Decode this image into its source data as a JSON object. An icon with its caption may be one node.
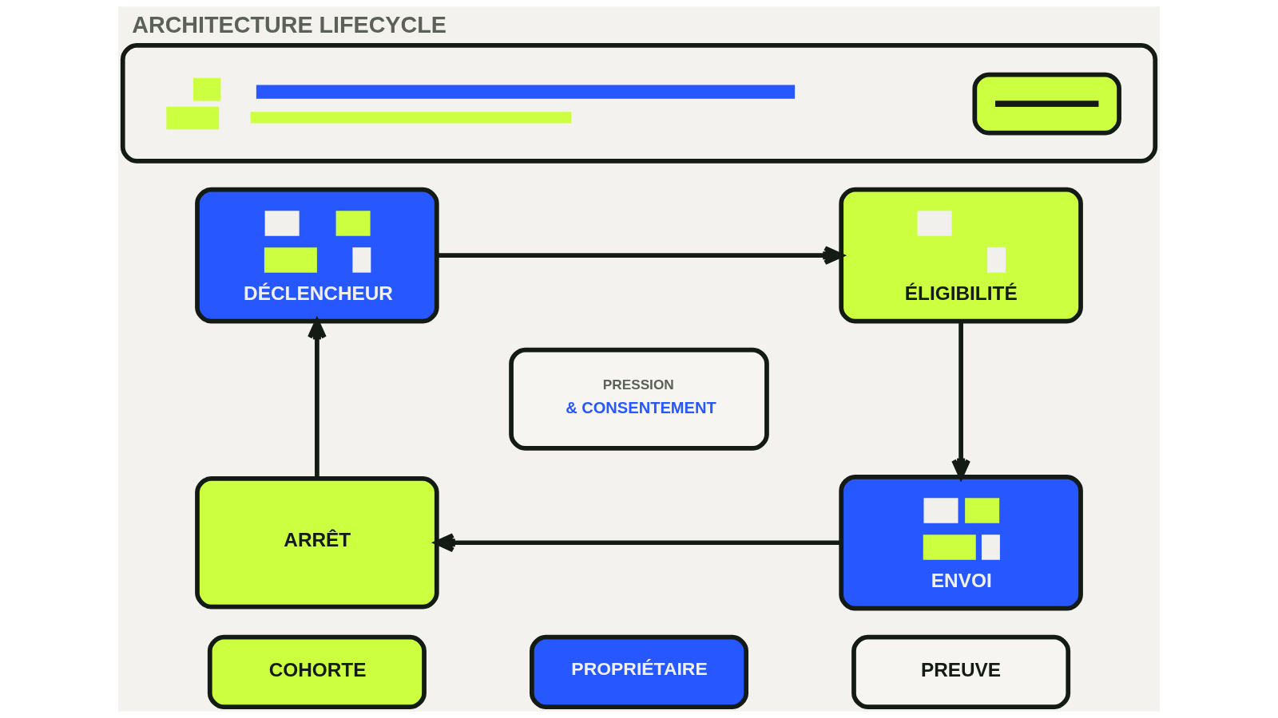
{
  "diagram": {
    "title": "ARCHITECTURE LIFECYCLE",
    "nodes": [
      {
        "text": [],
        "shape": "box"
      },
      {
        "text": [
          "DÉCLENCHEUR"
        ]
      },
      {
        "text": [
          "ÉLIGIBILITÉ"
        ]
      },
      {
        "text": [
          "PRESSION",
          "& CONSENTEMENT"
        ]
      },
      {
        "text": [
          "ARRÊT"
        ]
      },
      {
        "text": [
          "ENVOI"
        ]
      },
      {
        "text": [
          "COHORTE"
        ]
      },
      {
        "text": [
          "PROPRIÉTAIRE"
        ]
      },
      {
        "text": [
          "PREUVE"
        ]
      }
    ],
    "edges": [
      {
        "from": 1,
        "to": 2,
        "arrow": "to"
      },
      {
        "from": 2,
        "to": 5,
        "arrow": "to"
      },
      {
        "from": 5,
        "to": 4,
        "arrow": "to"
      },
      {
        "from": 4,
        "to": 1,
        "arrow": "to"
      }
    ]
  }
}
